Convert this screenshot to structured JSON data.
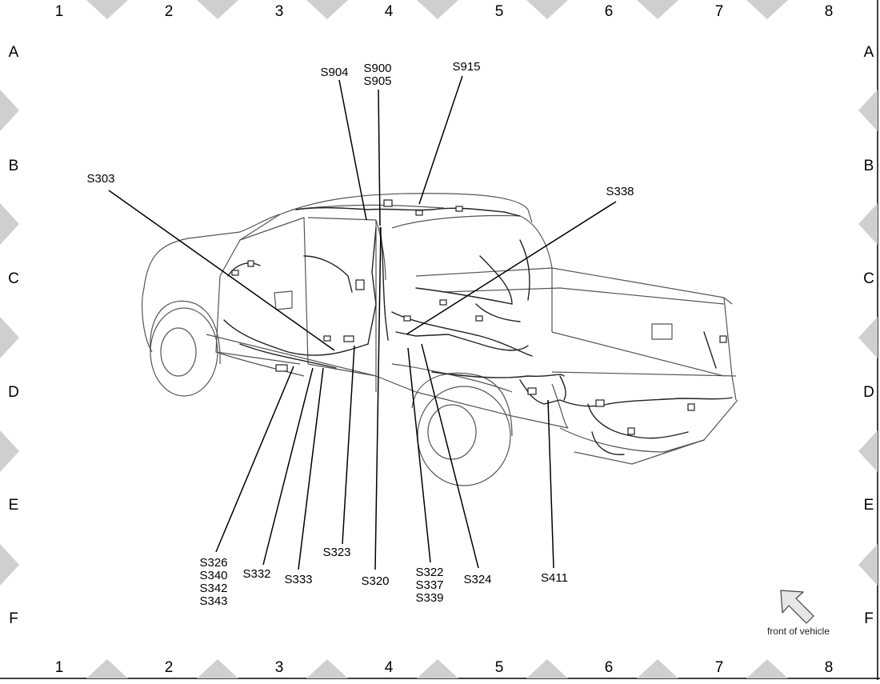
{
  "grid": {
    "columns": [
      "1",
      "2",
      "3",
      "4",
      "5",
      "6",
      "7",
      "8"
    ],
    "rows": [
      "A",
      "B",
      "C",
      "D",
      "E",
      "F"
    ]
  },
  "callouts": {
    "s904": "S904",
    "s900": "S900",
    "s905": "S905",
    "s915": "S915",
    "s303": "S303",
    "s338": "S338",
    "s326": "S326",
    "s340": "S340",
    "s342": "S342",
    "s343": "S343",
    "s332": "S332",
    "s333": "S333",
    "s323": "S323",
    "s320": "S320",
    "s322": "S322",
    "s337": "S337",
    "s339": "S339",
    "s324": "S324",
    "s411": "S411"
  },
  "orientation": {
    "label": "front of vehicle",
    "icon": "arrow-up-left-icon"
  },
  "colors": {
    "line": "#000000",
    "vehicle_outline": "#555555",
    "marker": "#cfcfcf",
    "arrow_fill": "#e6e6e6"
  }
}
